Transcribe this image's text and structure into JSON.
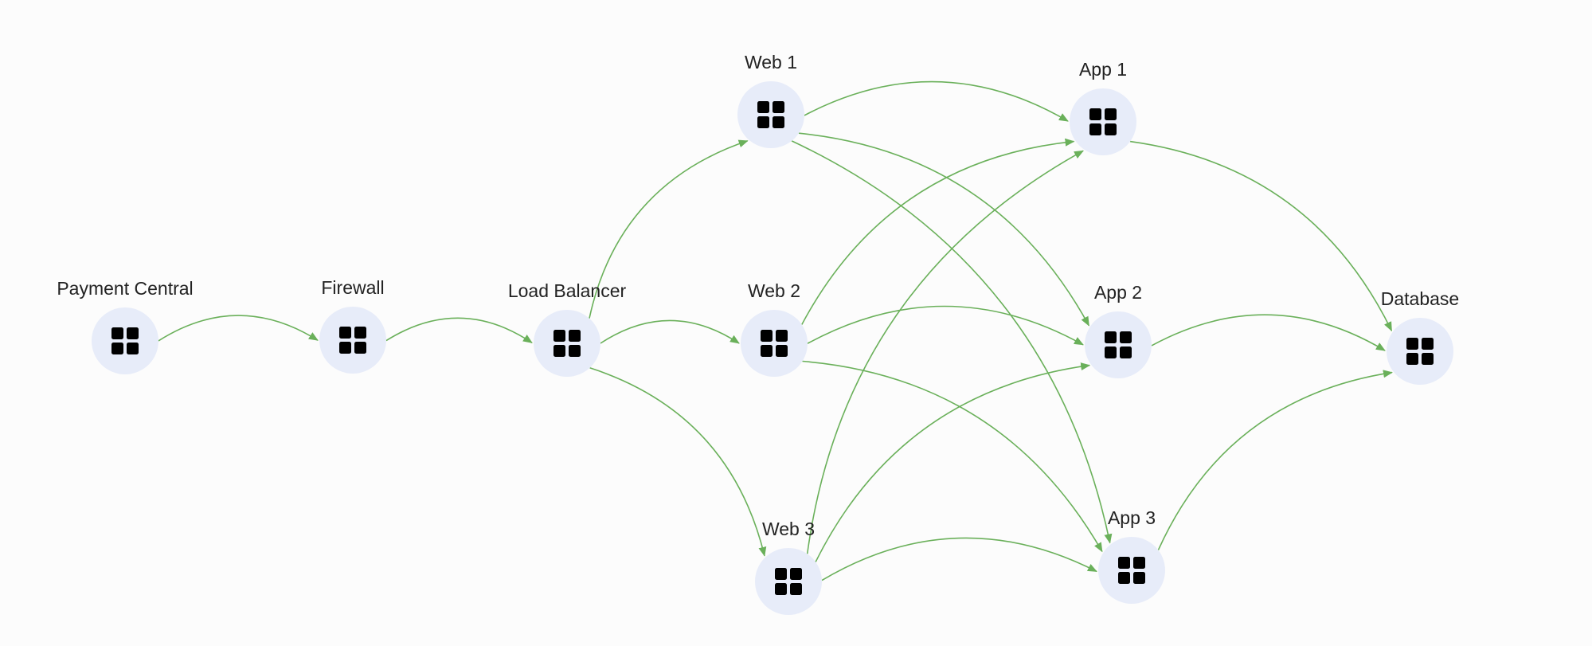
{
  "colors": {
    "edge": "#6ab05a",
    "node_fill": "#e7ecf9",
    "icon": "#000000",
    "label": "#222222",
    "background": "#fcfcfc"
  },
  "nodes": [
    {
      "id": "payment-central",
      "label": "Payment Central",
      "icon": "grid-icon"
    },
    {
      "id": "firewall",
      "label": "Firewall",
      "icon": "grid-icon"
    },
    {
      "id": "load-balancer",
      "label": "Load Balancer",
      "icon": "grid-icon"
    },
    {
      "id": "web-1",
      "label": "Web 1",
      "icon": "grid-icon"
    },
    {
      "id": "web-2",
      "label": "Web 2",
      "icon": "grid-icon"
    },
    {
      "id": "web-3",
      "label": "Web 3",
      "icon": "grid-icon"
    },
    {
      "id": "app-1",
      "label": "App 1",
      "icon": "grid-icon"
    },
    {
      "id": "app-2",
      "label": "App 2",
      "icon": "grid-icon"
    },
    {
      "id": "app-3",
      "label": "App 3",
      "icon": "grid-icon"
    },
    {
      "id": "database",
      "label": "Database",
      "icon": "grid-icon"
    }
  ],
  "edges": [
    {
      "from": "payment-central",
      "to": "firewall"
    },
    {
      "from": "firewall",
      "to": "load-balancer"
    },
    {
      "from": "load-balancer",
      "to": "web-1"
    },
    {
      "from": "load-balancer",
      "to": "web-2"
    },
    {
      "from": "load-balancer",
      "to": "web-3"
    },
    {
      "from": "web-1",
      "to": "app-1"
    },
    {
      "from": "web-1",
      "to": "app-2"
    },
    {
      "from": "web-1",
      "to": "app-3"
    },
    {
      "from": "web-2",
      "to": "app-1"
    },
    {
      "from": "web-2",
      "to": "app-2"
    },
    {
      "from": "web-2",
      "to": "app-3"
    },
    {
      "from": "web-3",
      "to": "app-1"
    },
    {
      "from": "web-3",
      "to": "app-2"
    },
    {
      "from": "web-3",
      "to": "app-3"
    },
    {
      "from": "app-1",
      "to": "database"
    },
    {
      "from": "app-2",
      "to": "database"
    },
    {
      "from": "app-3",
      "to": "database"
    }
  ]
}
